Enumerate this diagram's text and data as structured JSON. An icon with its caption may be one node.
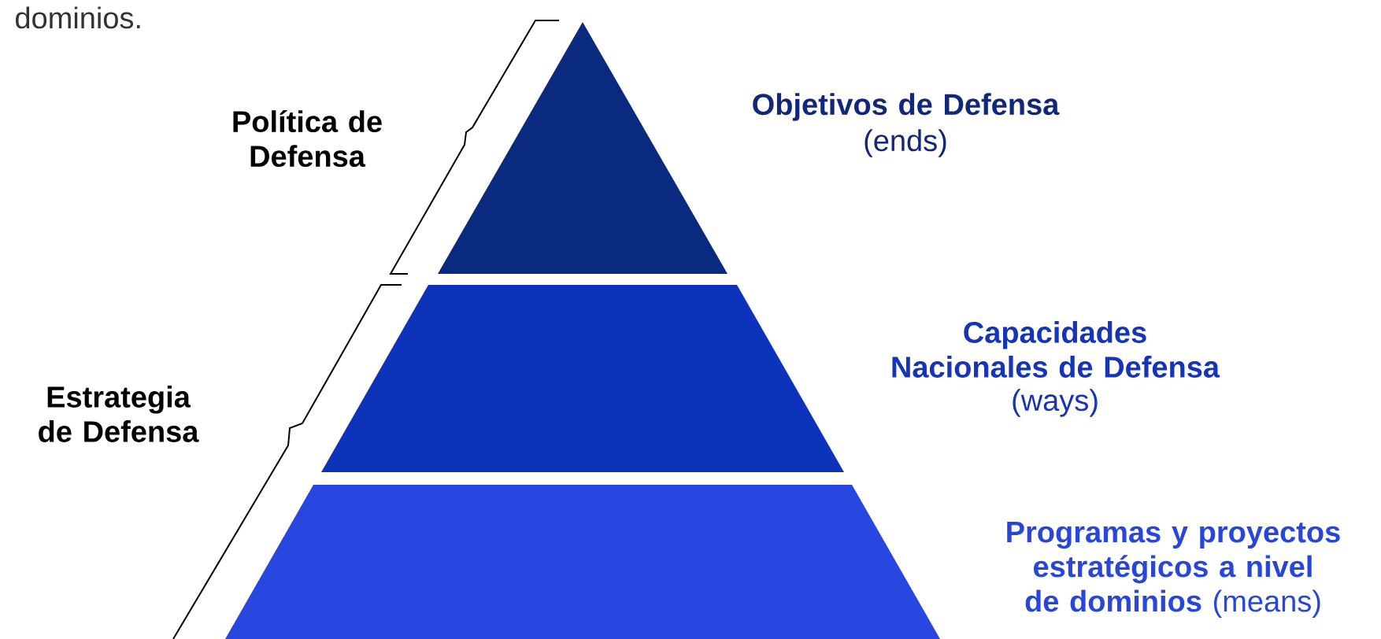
{
  "diagram": {
    "nodes": [
      {
        "text": [],
        "shape": "triangle",
        "beside": [
          "Objetivos de Defensa",
          "(ends)"
        ]
      },
      {
        "text": [],
        "shape": "trapezoid",
        "beside": [
          "Capacidades Nacionales de Defensa",
          "(ways)"
        ]
      },
      {
        "text": [],
        "shape": "trapezoid",
        "beside": [
          "**Programas y proyectos estratégicos a nivel de dominios** (means)"
        ]
      }
    ],
    "edges": [],
    "labels": [
      "dominios.",
      "Política de Defensa",
      "Estrategia de Defensa"
    ]
  }
}
